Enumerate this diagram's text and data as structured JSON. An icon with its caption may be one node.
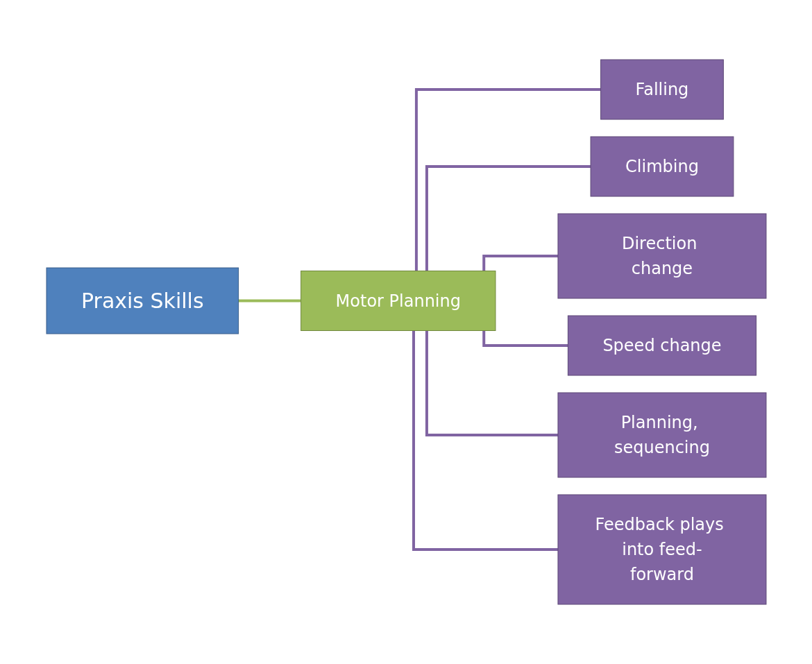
{
  "diagram": {
    "nodes": [
      {
        "text": [
          "Praxis Skills"
        ]
      },
      {
        "text": [
          "Motor Planning"
        ]
      },
      {
        "text": [
          "Falling"
        ]
      },
      {
        "text": [
          "Climbing"
        ]
      },
      {
        "text": [
          "Direction change"
        ]
      },
      {
        "text": [
          "Speed change"
        ]
      },
      {
        "text": [
          "Planning, sequencing"
        ]
      },
      {
        "text": [
          "Feedback plays into feed-forward"
        ]
      }
    ],
    "edges": [
      {
        "from": 0,
        "to": 1,
        "arrow": "none",
        "color": "#9bbb59"
      },
      {
        "from": 1,
        "to": 2,
        "arrow": "none"
      },
      {
        "from": 1,
        "to": 3,
        "arrow": "none"
      },
      {
        "from": 1,
        "to": 4,
        "arrow": "none"
      },
      {
        "from": 1,
        "to": 5,
        "arrow": "none"
      },
      {
        "from": 1,
        "to": 6,
        "arrow": "none"
      },
      {
        "from": 1,
        "to": 7,
        "arrow": "none"
      }
    ]
  }
}
